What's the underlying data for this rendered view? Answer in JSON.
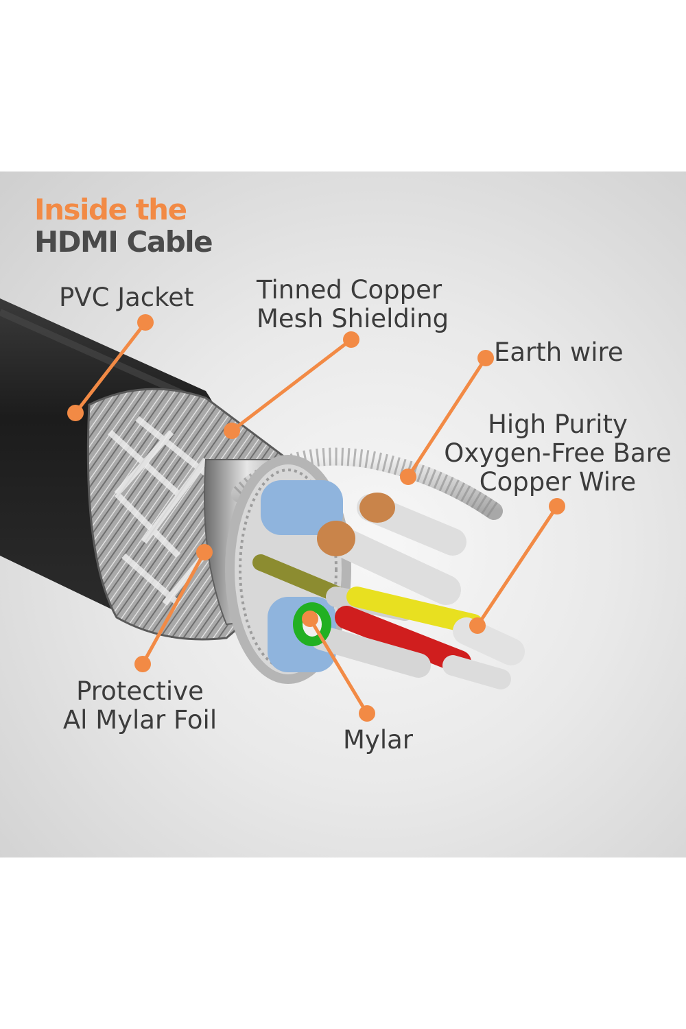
{
  "title": {
    "line1": "Inside the",
    "line2": "HDMI Cable",
    "line1_color": "#f28a45",
    "line2_color": "#4a4a4a"
  },
  "labels": {
    "pvc_jacket": "PVC Jacket",
    "tinned_copper": [
      "Tinned Copper",
      "Mesh Shielding"
    ],
    "earth_wire": "Earth wire",
    "high_purity": [
      "High Purity",
      "Oxygen-Free Bare",
      "Copper Wire"
    ],
    "protective_foil": [
      "Protective",
      "Al Mylar Foil"
    ],
    "mylar": "Mylar"
  },
  "colors": {
    "accent": "#f28a45",
    "label_text": "#3c3c3c",
    "jacket": "#2a2a2a",
    "braid": "#9a9a9a",
    "wire_blue": "#8fb4dd",
    "wire_copper": "#c9844a",
    "wire_red": "#d01e1e",
    "wire_yellow": "#e8e020",
    "wire_green": "#22b022"
  },
  "icons": {
    "callout_dot": "orange-dot-icon"
  }
}
